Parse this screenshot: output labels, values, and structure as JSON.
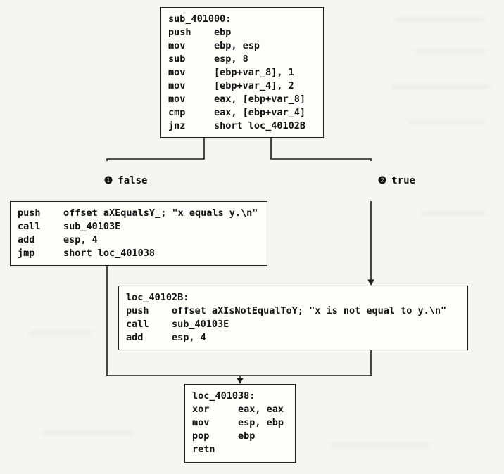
{
  "blocks": {
    "entry": {
      "lines": [
        "sub_401000:",
        "push    ebp",
        "mov     ebp, esp",
        "sub     esp, 8",
        "mov     [ebp+var_8], 1",
        "mov     [ebp+var_4], 2",
        "mov     eax, [ebp+var_8]",
        "cmp     eax, [ebp+var_4]",
        "jnz     short loc_40102B"
      ]
    },
    "false_branch": {
      "lines": [
        "push    offset aXEqualsY_; \"x equals y.\\n\"",
        "call    sub_40103E",
        "add     esp, 4",
        "jmp     short loc_401038"
      ]
    },
    "true_branch": {
      "lines": [
        "loc_40102B:",
        "push    offset aXIsNotEqualToY; \"x is not equal to y.\\n\"",
        "call    sub_40103E",
        "add     esp, 4"
      ]
    },
    "exit": {
      "lines": [
        "loc_401038:",
        "xor     eax, eax",
        "mov     esp, ebp",
        "pop     ebp",
        "retn"
      ]
    }
  },
  "branch_labels": {
    "false_branch": {
      "marker": "❶",
      "label": "false"
    },
    "true_branch": {
      "marker": "❷",
      "label": "true"
    }
  },
  "colors": {
    "ink": "#1c1c1c",
    "box_background": "#fdfdfa",
    "page_background": "#f5f5f1"
  }
}
